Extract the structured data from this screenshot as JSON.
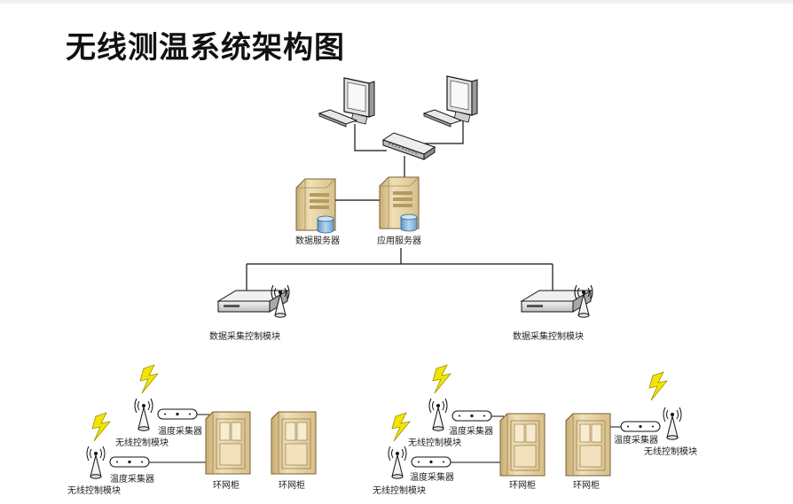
{
  "title": "无线测温系统架构图",
  "labels": {
    "data_server": "数据服务器",
    "app_server": "应用服务器",
    "collector_ctrl_left": "数据采集控制模块",
    "collector_ctrl_right": "数据采集控制模块",
    "temp_collector_1": "温度采集器",
    "temp_collector_2": "温度采集器",
    "temp_collector_3": "温度采集器",
    "temp_collector_4": "温度采集器",
    "temp_collector_5": "温度采集器",
    "wireless_ctrl_1": "无线控制模块",
    "wireless_ctrl_2": "无线控制模块",
    "wireless_ctrl_3": "无线控制模块",
    "wireless_ctrl_4": "无线控制模块",
    "wireless_ctrl_5": "无线控制模块",
    "ring_cabinet_1": "环网柜",
    "ring_cabinet_2": "环网柜",
    "ring_cabinet_3": "环网柜",
    "ring_cabinet_4": "环网柜"
  },
  "colors": {
    "cabinet_fill": "#e8d6a8",
    "cabinet_shade": "#c9ad72",
    "server_fill": "#e6d4a4",
    "db_blue": "#8fbbe0",
    "lightning": "#f2e600",
    "device_grey": "#d8d8d8",
    "line": "#111111"
  },
  "icons": [
    "monitor-icon",
    "keyboard-icon",
    "network-switch-icon",
    "server-icon",
    "database-icon",
    "collector-device-icon",
    "antenna-icon",
    "lightning-icon",
    "cabinet-icon",
    "temp-sensor-icon"
  ]
}
